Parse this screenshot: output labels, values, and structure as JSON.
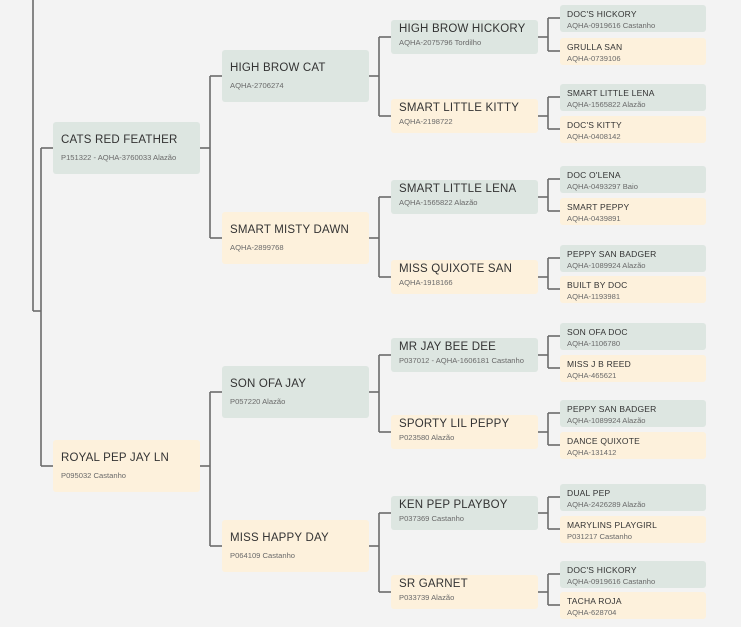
{
  "pedigree": {
    "gen1": [
      {
        "name": "CATS RED FEATHER",
        "info": "P151322 - AQHA-3760033 Alazão",
        "color": "g"
      },
      {
        "name": "ROYAL PEP JAY LN",
        "info": "P095032 Castanho",
        "color": "y"
      }
    ],
    "gen2": [
      {
        "name": "HIGH BROW CAT",
        "info": "AQHA-2706274",
        "color": "g"
      },
      {
        "name": "SMART MISTY DAWN",
        "info": "AQHA-2899768",
        "color": "y"
      },
      {
        "name": "SON OFA JAY",
        "info": "P057220 Alazão",
        "color": "g"
      },
      {
        "name": "MISS HAPPY DAY",
        "info": "P064109 Castanho",
        "color": "y"
      }
    ],
    "gen3": [
      {
        "name": "HIGH BROW HICKORY",
        "info": "AQHA-2075796 Tordilho",
        "color": "g"
      },
      {
        "name": "SMART LITTLE KITTY",
        "info": "AQHA-2198722",
        "color": "y"
      },
      {
        "name": "SMART LITTLE LENA",
        "info": "AQHA-1565822 Alazão",
        "color": "g"
      },
      {
        "name": "MISS QUIXOTE SAN",
        "info": "AQHA-1918166",
        "color": "y"
      },
      {
        "name": "MR JAY BEE DEE",
        "info": "P037012 - AQHA-1606181 Castanho",
        "color": "g"
      },
      {
        "name": "SPORTY LIL PEPPY",
        "info": "P023580 Alazão",
        "color": "y"
      },
      {
        "name": "KEN PEP PLAYBOY",
        "info": "P037369 Castanho",
        "color": "g"
      },
      {
        "name": "SR GARNET",
        "info": "P033739 Alazão",
        "color": "y"
      }
    ],
    "gen4": [
      {
        "name": "DOC'S HICKORY",
        "info": "AQHA-0919616 Castanho",
        "color": "g"
      },
      {
        "name": "GRULLA SAN",
        "info": "AQHA-0739106",
        "color": "y"
      },
      {
        "name": "SMART LITTLE LENA",
        "info": "AQHA-1565822 Alazão",
        "color": "g"
      },
      {
        "name": "DOC'S KITTY",
        "info": "AQHA-0408142",
        "color": "y"
      },
      {
        "name": "DOC O'LENA",
        "info": "AQHA-0493297 Baio",
        "color": "g"
      },
      {
        "name": "SMART PEPPY",
        "info": "AQHA-0439891",
        "color": "y"
      },
      {
        "name": "PEPPY SAN BADGER",
        "info": "AQHA-1089924 Alazão",
        "color": "g"
      },
      {
        "name": "BUILT BY DOC",
        "info": "AQHA-1193981",
        "color": "y"
      },
      {
        "name": "SON OFA DOC",
        "info": "AQHA-1106780",
        "color": "g"
      },
      {
        "name": "MISS J B REED",
        "info": "AQHA-465621",
        "color": "y"
      },
      {
        "name": "PEPPY SAN BADGER",
        "info": "AQHA-1089924 Alazão",
        "color": "g"
      },
      {
        "name": "DANCE QUIXOTE",
        "info": "AQHA-131412",
        "color": "y"
      },
      {
        "name": "DUAL PEP",
        "info": "AQHA-2426289 Alazão",
        "color": "g"
      },
      {
        "name": "MARYLINS PLAYGIRL",
        "info": "P031217 Castanho",
        "color": "y"
      },
      {
        "name": "DOC'S HICKORY",
        "info": "AQHA-0919616 Castanho",
        "color": "g"
      },
      {
        "name": "TACHA ROJA",
        "info": "AQHA-628704",
        "color": "y"
      }
    ]
  }
}
